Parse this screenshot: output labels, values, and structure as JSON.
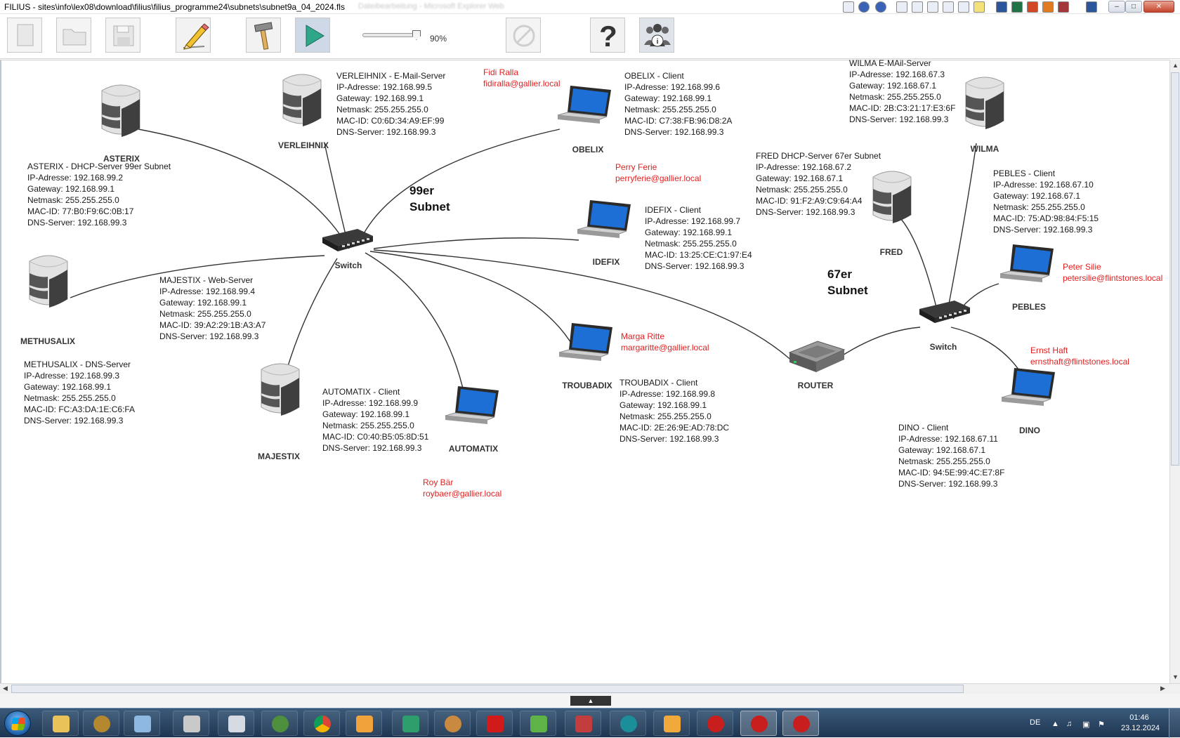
{
  "window": {
    "title": "FILIUS - sites\\info\\lex08\\download\\filius\\filius_programme24\\subnets\\subnet9a_04_2024.fls",
    "title_overflow": "Dateibearbeitung - Microsoft Explorer Web"
  },
  "toolbar": {
    "zoom_percent": "90%",
    "zoom_value": 0.9
  },
  "subnets": {
    "left": {
      "line1": "99er",
      "line2": "Subnet"
    },
    "right": {
      "line1": "67er",
      "line2": "Subnet"
    }
  },
  "nodes": {
    "asterix": {
      "label": "ASTERIX",
      "info": [
        "ASTERIX - DHCP-Server  99er Subnet",
        "IP-Adresse: 192.168.99.2",
        "Gateway: 192.168.99.1",
        "Netmask: 255.255.255.0",
        "MAC-ID: 77:B0:F9:6C:0B:17",
        "DNS-Server: 192.168.99.3"
      ]
    },
    "verleihnix": {
      "label": "VERLEIHNIX",
      "info": [
        "VERLEIHNIX - E-Mail-Server",
        "IP-Adresse: 192.168.99.5",
        "Gateway: 192.168.99.1",
        "Netmask: 255.255.255.0",
        "MAC-ID: C0:6D:34:A9:EF:99",
        "DNS-Server: 192.168.99.3"
      ]
    },
    "obelix": {
      "label": "OBELIX",
      "info": [
        "OBELIX - Client",
        "IP-Adresse: 192.168.99.6",
        "Gateway: 192.168.99.1",
        "Netmask: 255.255.255.0",
        "MAC-ID: C7:38:FB:96:D8:2A",
        "DNS-Server: 192.168.99.3"
      ],
      "mail": [
        "Fidi Ralla",
        "fidiralla@gallier.local"
      ]
    },
    "idefix": {
      "label": "IDEFIX",
      "info": [
        "IDEFIX - Client",
        "IP-Adresse: 192.168.99.7",
        "Gateway: 192.168.99.1",
        "Netmask: 255.255.255.0",
        "MAC-ID: 13:25:CE:C1:97:E4",
        "DNS-Server: 192.168.99.3"
      ],
      "mail": [
        "Perry Ferie",
        "perryferie@gallier.local"
      ]
    },
    "methusalix": {
      "label": "METHUSALIX",
      "info": [
        "METHUSALIX - DNS-Server",
        "IP-Adresse: 192.168.99.3",
        "Gateway: 192.168.99.1",
        "Netmask: 255.255.255.0",
        "MAC-ID: FC:A3:DA:1E:C6:FA",
        "DNS-Server: 192.168.99.3"
      ]
    },
    "majestix": {
      "label": "MAJESTIX",
      "info": [
        "MAJESTIX - Web-Server",
        "IP-Adresse: 192.168.99.4",
        "Gateway: 192.168.99.1",
        "Netmask: 255.255.255.0",
        "MAC-ID: 39:A2:29:1B:A3:A7",
        "DNS-Server: 192.168.99.3"
      ]
    },
    "automatix": {
      "label": "AUTOMATIX",
      "info": [
        "AUTOMATIX - Client",
        "IP-Adresse: 192.168.99.9",
        "Gateway: 192.168.99.1",
        "Netmask: 255.255.255.0",
        "MAC-ID: C0:40:B5:05:8D:51",
        "DNS-Server: 192.168.99.3"
      ],
      "mail": [
        "Roy Bär",
        "roybaer@gallier.local"
      ]
    },
    "troubadix": {
      "label": "TROUBADIX",
      "info": [
        "TROUBADIX - Client",
        "IP-Adresse: 192.168.99.8",
        "Gateway: 192.168.99.1",
        "Netmask: 255.255.255.0",
        "MAC-ID: 2E:26:9E:AD:78:DC",
        "DNS-Server: 192.168.99.3"
      ],
      "mail": [
        "Marga Ritte",
        "margaritte@gallier.local"
      ]
    },
    "switch_left": {
      "label": "Switch"
    },
    "router": {
      "label": "ROUTER"
    },
    "switch_right": {
      "label": "Switch"
    },
    "wilma": {
      "label": "WILMA",
      "info": [
        "WILMA E-MAil-Server",
        "IP-Adresse: 192.168.67.3",
        "Gateway: 192.168.67.1",
        "Netmask: 255.255.255.0",
        "MAC-ID: 2B:C3:21:17:E3:6F",
        "DNS-Server: 192.168.99.3"
      ]
    },
    "fred": {
      "label": "FRED",
      "info": [
        "FRED DHCP-Server 67er Subnet",
        "IP-Adresse: 192.168.67.2",
        "Gateway: 192.168.67.1",
        "Netmask: 255.255.255.0",
        "MAC-ID: 91:F2:A9:C9:64:A4",
        "DNS-Server: 192.168.99.3"
      ]
    },
    "pebles": {
      "label": "PEBLES",
      "info": [
        "PEBLES - Client",
        "IP-Adresse: 192.168.67.10",
        "Gateway: 192.168.67.1",
        "Netmask: 255.255.255.0",
        "MAC-ID: 75:AD:98:84:F5:15",
        "DNS-Server: 192.168.99.3"
      ],
      "mail": [
        "Peter Silie",
        "petersilie@flintstones.local"
      ]
    },
    "dino": {
      "label": "DINO",
      "info": [
        "DINO - Client",
        "IP-Adresse: 192.168.67.11",
        "Gateway: 192.168.67.1",
        "Netmask: 255.255.255.0",
        "MAC-ID: 94:5E:99:4C:E7:8F",
        "DNS-Server: 192.168.99.3"
      ],
      "mail": [
        "Ernst Haft",
        "ernsthaft@flintstones.local"
      ]
    }
  },
  "taskbar": {
    "language": "DE",
    "time": "01:46",
    "date": "23.12.2024"
  },
  "colors": {
    "mail_text": "#e41f1f",
    "taskbar": "#2a4766",
    "link_line": "#333333"
  }
}
